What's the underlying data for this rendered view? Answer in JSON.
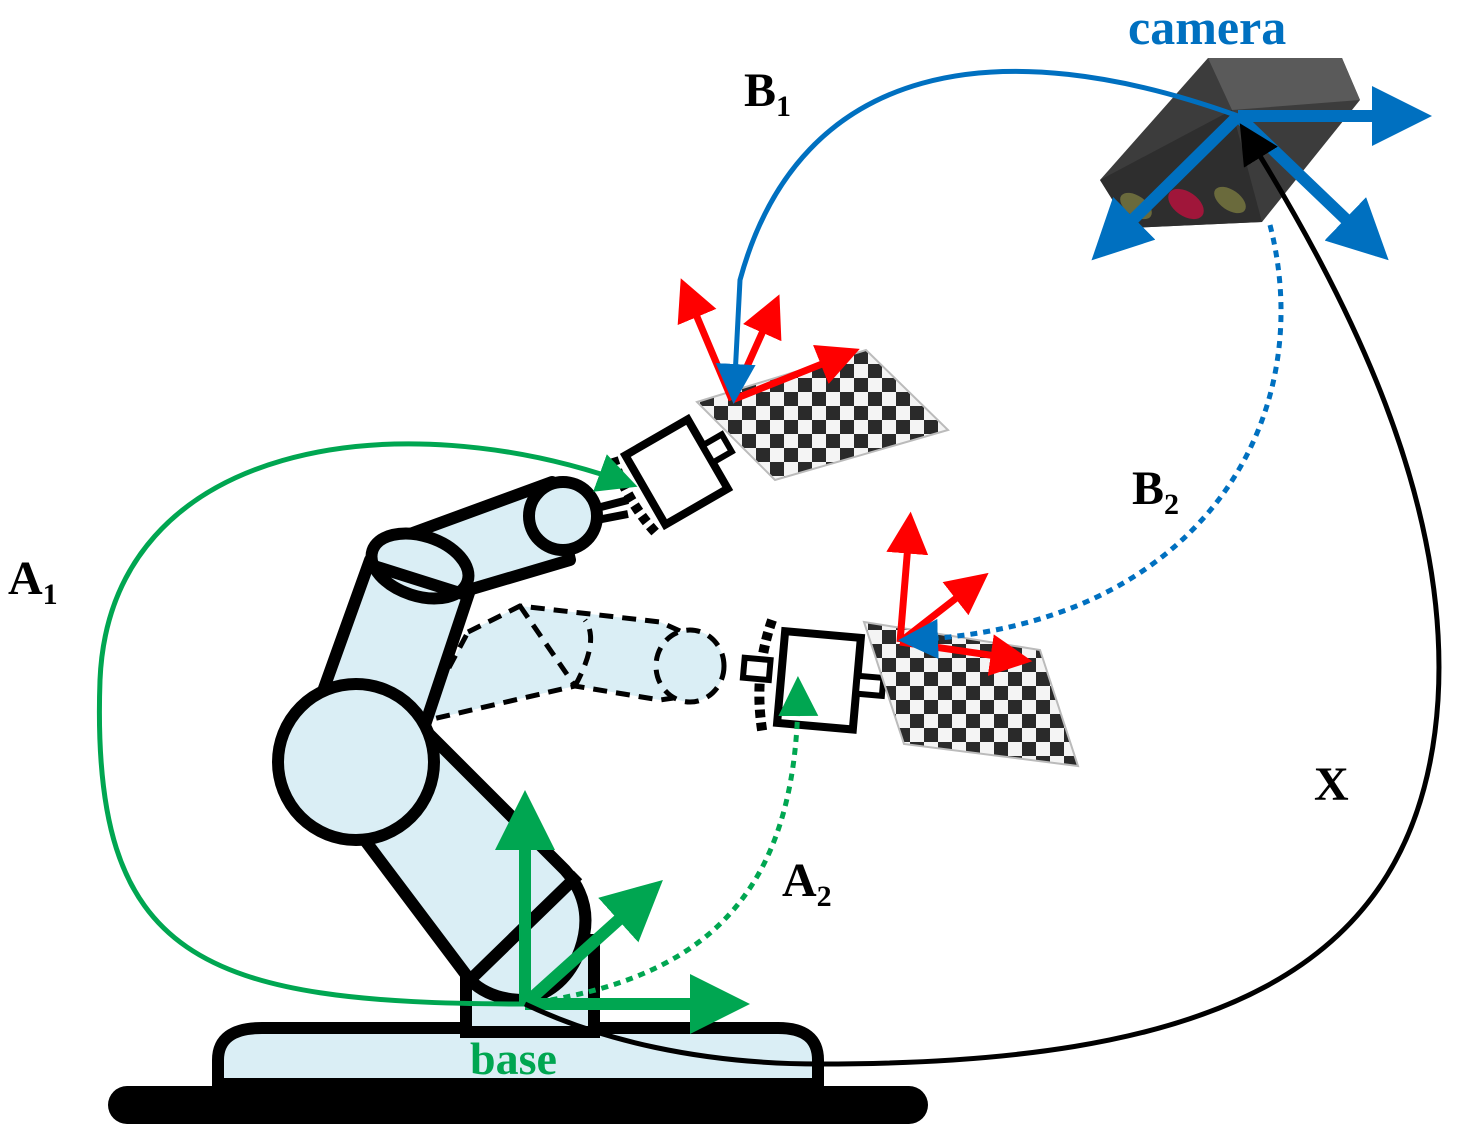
{
  "labels": {
    "camera": "camera",
    "base": "base",
    "b1_main": "B",
    "b1_sub": "1",
    "b2_main": "B",
    "b2_sub": "2",
    "a1_main": "A",
    "a1_sub": "1",
    "a2_main": "A",
    "a2_sub": "2",
    "x": "X"
  },
  "colors": {
    "arm_fill": "#daeef5",
    "outline": "#000000",
    "green": "#00a651",
    "blue": "#0070c0",
    "red": "#ff0000",
    "camera_body": "#3c3c3c",
    "camera_lens_outer": "#6a6a3c",
    "camera_lens_mid": "#a0163a"
  },
  "icons": {
    "camera": "depth-camera-icon",
    "gripper": "gripper-icon",
    "checkerboard": "calibration-checkerboard"
  }
}
